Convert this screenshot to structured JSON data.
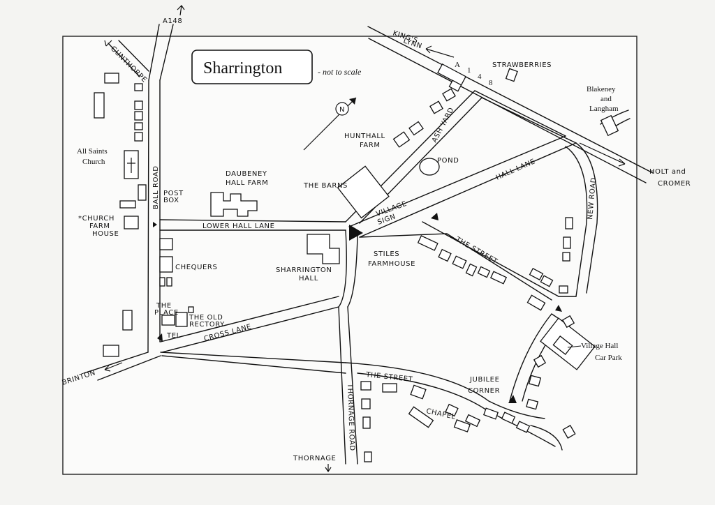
{
  "title": "Sharrington",
  "scale_note": "- not to scale",
  "compass": "N",
  "labels": {
    "a148": "A148",
    "gunthorpe": "GUNTHORPE",
    "kings_lynn_1": "KING'S",
    "kings_lynn_2": "LYNN",
    "a148_road_letters": "A",
    "a148_road_1": "1",
    "a148_road_4": "4",
    "a148_road_8": "8",
    "strawberries": "STRAWBERRIES",
    "blakeney_1": "Blakeney",
    "blakeney_2": "and",
    "blakeney_3": "Langham",
    "holt_1": "HOLT and",
    "holt_2": "CROMER",
    "all_saints_1": "All Saints",
    "all_saints_2": "Church",
    "ball_road": "BALL ROAD",
    "post_box_1": "POST",
    "post_box_2": "BOX",
    "daubeney_1": "DAUBENEY",
    "daubeney_2": "HALL FARM",
    "hunthall_1": "HUNTHALL",
    "hunthall_2": "FARM",
    "ash_yard": "ASH YARD",
    "pond": "POND",
    "the_barns": "THE BARNS",
    "hall_lane": "HALL LANE",
    "new_road": "NEW ROAD",
    "village_sign_1": "VILLAGE",
    "village_sign_2": "SIGN",
    "church_farm_1": "*CHURCH",
    "church_farm_2": "FARM",
    "church_farm_3": "HOUSE",
    "lower_hall_lane": "LOWER HALL LANE",
    "chequers": "CHEQUERS",
    "sharrington_hall_1": "SHARRINGTON",
    "sharrington_hall_2": "HALL",
    "stiles_1": "STILES",
    "stiles_2": "FARMHOUSE",
    "the_street_upper": "THE STREET",
    "the_place_1": "THE",
    "the_place_2": "PLACE",
    "old_rectory_1": "THE OLD",
    "old_rectory_2": "RECTORY",
    "tel": "TEL",
    "cross_lane": "CROSS LANE",
    "village_hall_1": "Village Hall",
    "village_hall_2": "Car Park",
    "brinton": "BRINTON",
    "the_street_lower": "THE STREET",
    "jubilee_1": "JUBILEE",
    "jubilee_2": "CORNER",
    "chapel": "CHAPEL",
    "thornage_road": "THORNAGE ROAD",
    "thornage": "THORNAGE"
  }
}
